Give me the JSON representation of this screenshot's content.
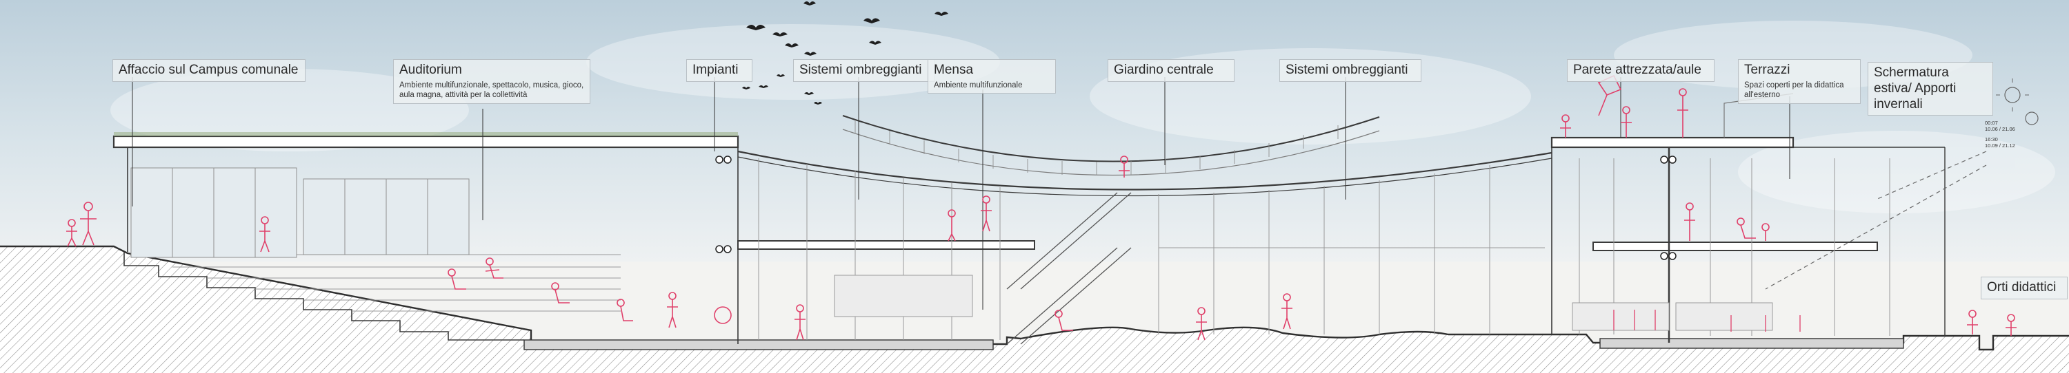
{
  "labels": {
    "campus": {
      "title": "Affaccio sul Campus comunale"
    },
    "auditorium": {
      "title": "Auditorium",
      "subtitle": "Ambiente multifunzionale, spettacolo, musica, gioco, aula magna, attività per la collettività"
    },
    "impianti": {
      "title": "Impianti"
    },
    "ombreggianti1": {
      "title": "Sistemi ombreggianti"
    },
    "mensa": {
      "title": "Mensa",
      "subtitle": "Ambiente multifunzionale"
    },
    "giardino": {
      "title": "Giardino centrale"
    },
    "ombreggianti2": {
      "title": "Sistemi ombreggianti"
    },
    "parete": {
      "title": "Parete attrezzata/aule"
    },
    "terrazzi": {
      "title": "Terrazzi",
      "subtitle": "Spazi coperti per la didattica all'esterno"
    },
    "schermatura": {
      "title": "Schermatura estiva/ Apporti invernali"
    },
    "orti": {
      "title": "Orti didattici"
    }
  },
  "sun": {
    "summer": {
      "time": "00:07",
      "date": "10.06 / 21.06"
    },
    "winter": {
      "time": "16:30",
      "date": "10.09 / 21.12"
    }
  },
  "colors": {
    "ink": "#3a3a3a",
    "people": "#e0406a",
    "sky": "#c9d8e2",
    "glass": "#e4ebef",
    "ground": "#ffffff",
    "label_bg": "#ecf0f2",
    "label_border": "#b9c0c5"
  }
}
